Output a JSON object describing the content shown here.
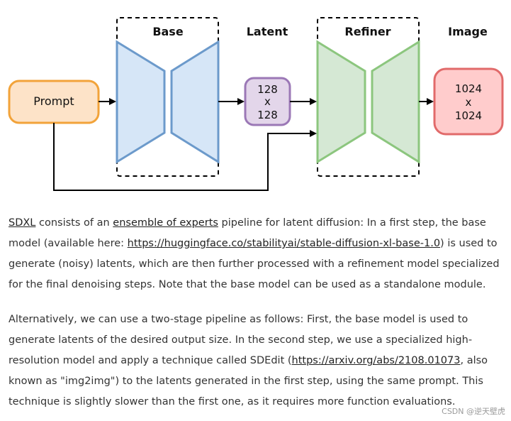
{
  "diagram": {
    "titles": {
      "base": "Base",
      "latent": "Latent",
      "refiner": "Refiner",
      "image": "Image"
    },
    "labels": {
      "prompt": "Prompt",
      "latent_size": [
        "128",
        "x",
        "128"
      ],
      "image_size": [
        "1024",
        "x",
        "1024"
      ]
    },
    "colors": {
      "prompt_fill": "#FDE3C8",
      "prompt_stroke": "#F2A33A",
      "base_fill": "#D6E6F7",
      "base_stroke": "#6C9ACB",
      "latent_fill": "#E3D6EA",
      "latent_stroke": "#9B78B6",
      "refiner_fill": "#D5E8D4",
      "refiner_stroke": "#8CC67E",
      "image_fill": "#FFCCCC",
      "image_stroke": "#E16A6A",
      "arrow": "#000000"
    }
  },
  "text": {
    "p1": {
      "a1": "SDXL",
      "t1": " consists of an ",
      "a2": "ensemble of experts",
      "t2": " pipeline for latent diffusion: In a first step, the base model (available here: ",
      "a3": "https://huggingface.co/stabilityai/stable-diffusion-xl-base-1.0",
      "t3": ") is used to generate (noisy) latents, which are then further processed with a refinement model specialized for the final denoising steps. Note that the base model can be used as a standalone module."
    },
    "p2": {
      "t1": "Alternatively, we can use a two-stage pipeline as follows: First, the base model is used to generate latents of the desired output size. In the second step, we use a specialized high-resolution model and apply a technique called SDEdit (",
      "a1": "https://arxiv.org/abs/2108.01073",
      "t2": ", also known as \"img2img\") to the latents generated in the first step, using the same prompt. This technique is slightly slower than the first one, as it requires more function evaluations."
    }
  },
  "watermark": "CSDN @逆天壁虎"
}
